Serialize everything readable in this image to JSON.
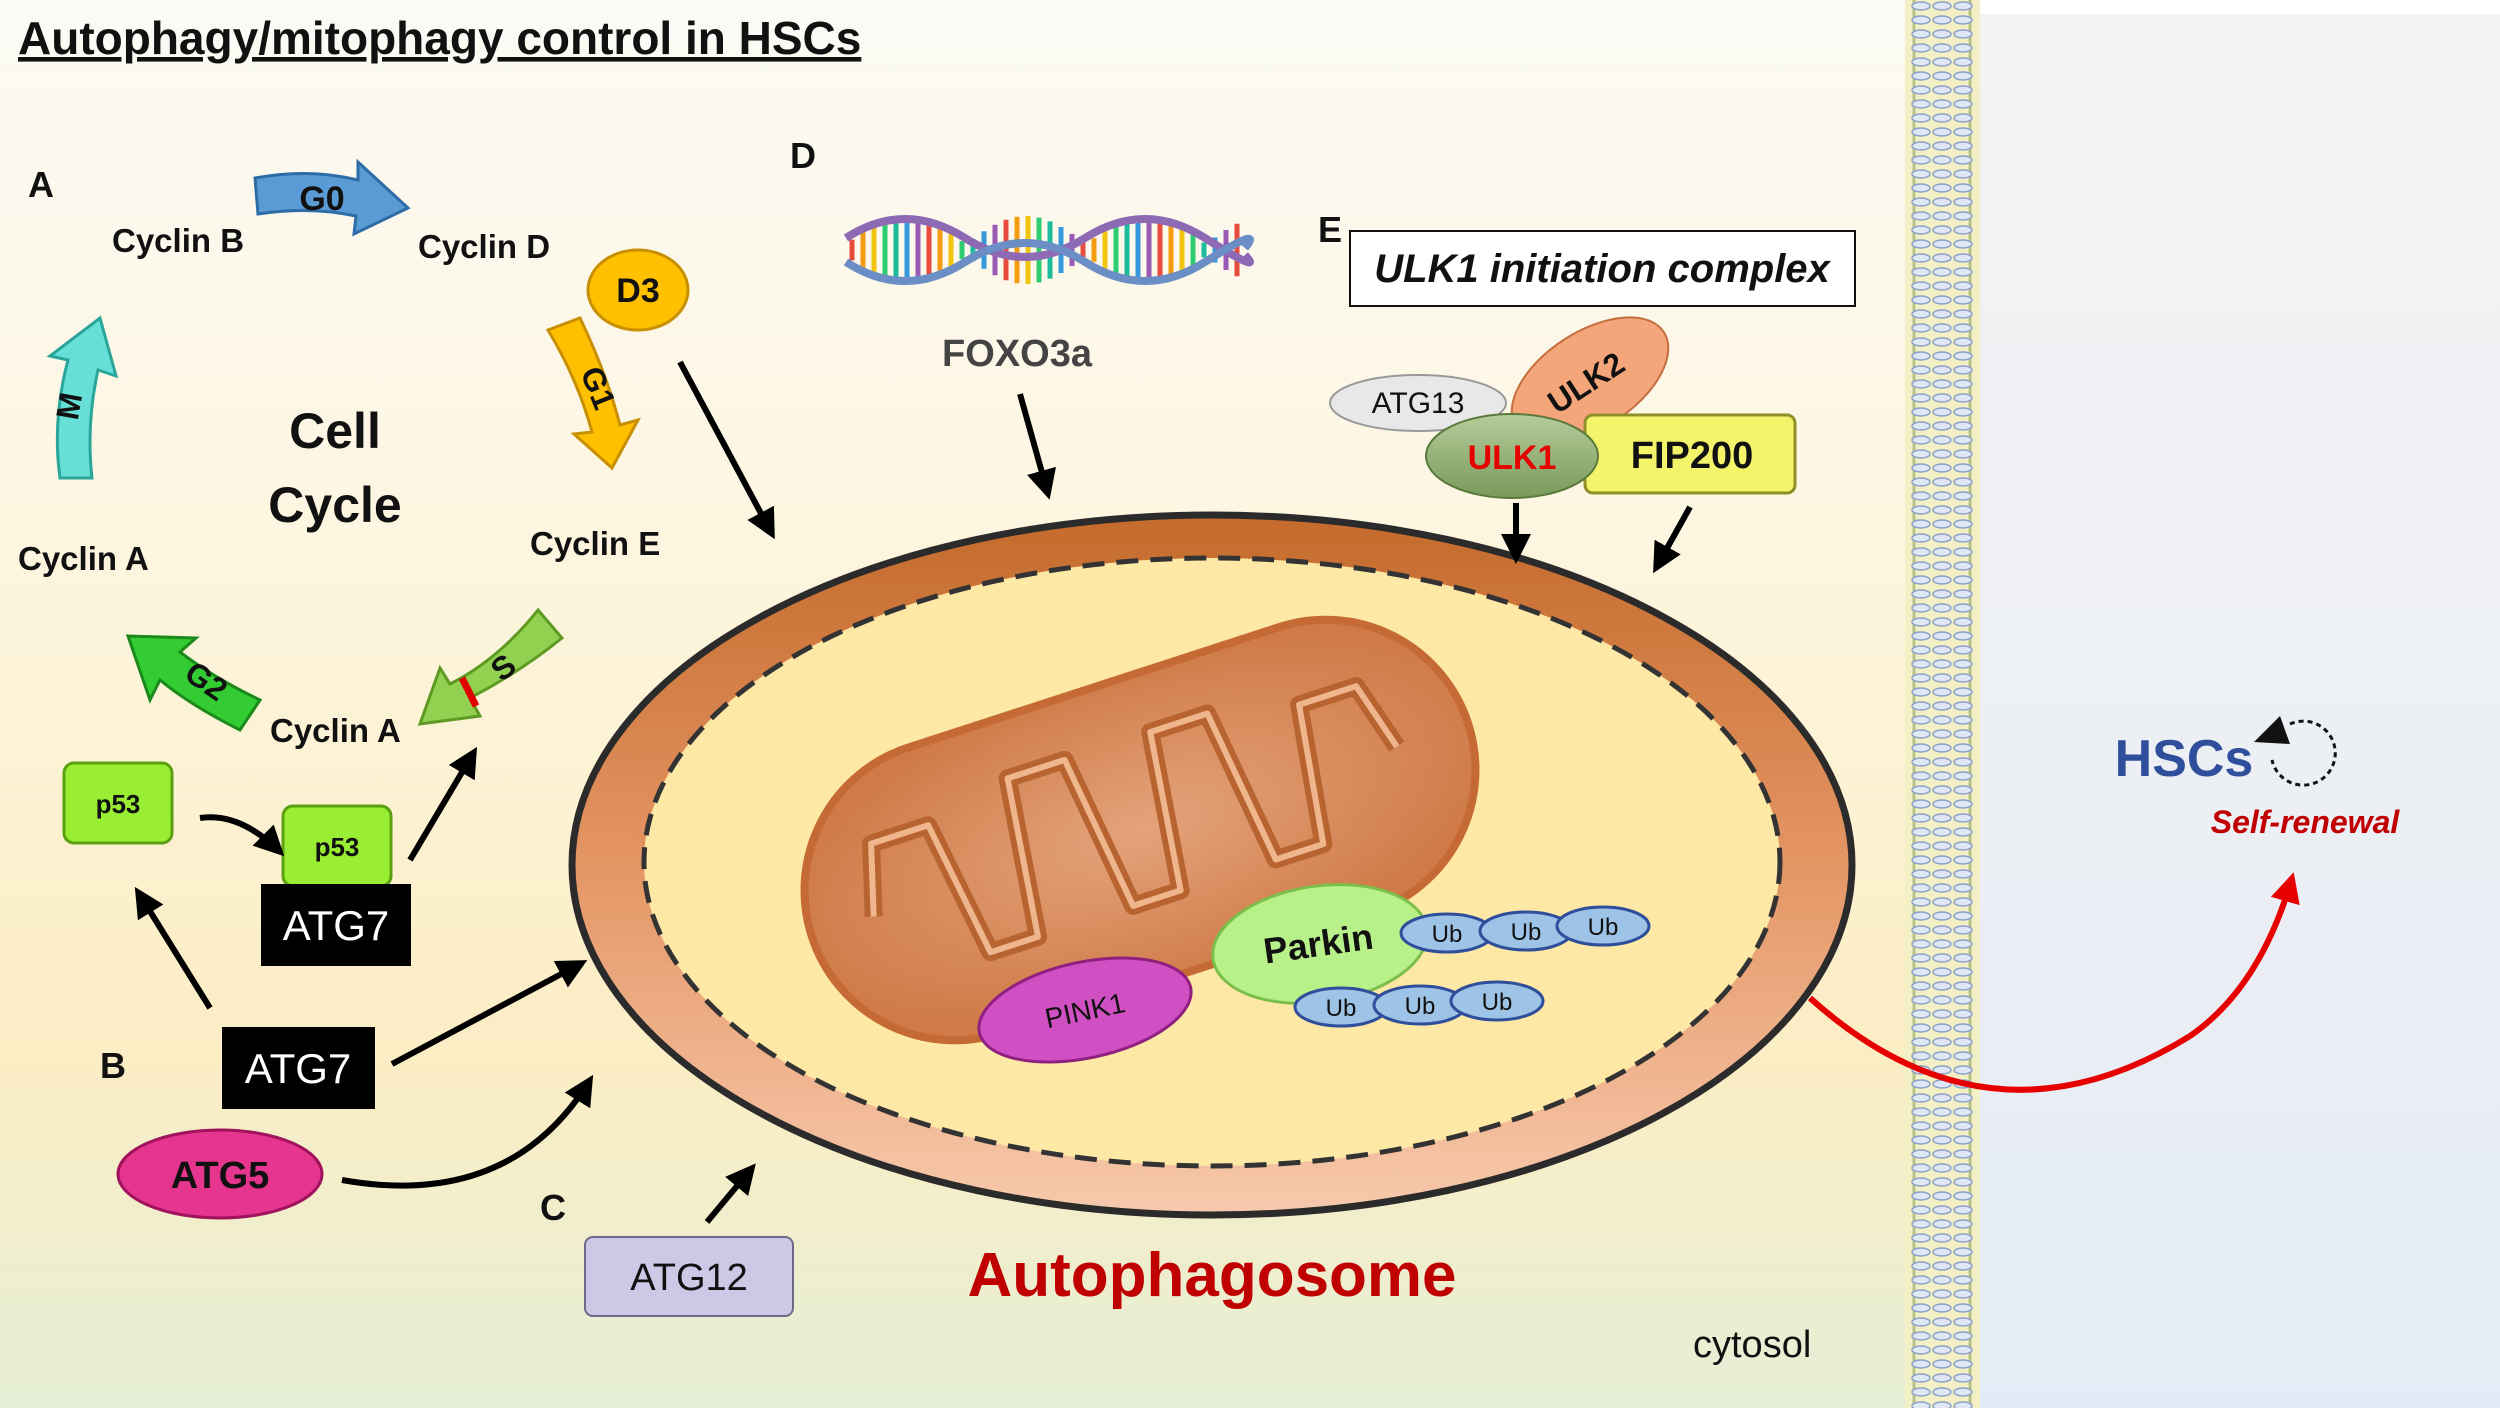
{
  "title": "Autophagy/mitophagy control in HSCs",
  "panels": {
    "a": "A",
    "b": "B",
    "c": "C",
    "d": "D",
    "e": "E"
  },
  "cell_cycle": {
    "center_line1": "Cell",
    "center_line2": "Cycle",
    "phases": {
      "g0": "G0",
      "g1": "G1",
      "s": "S",
      "g2": "G2",
      "m": "M"
    },
    "cyclins": {
      "b": "Cyclin B",
      "d": "Cyclin D",
      "e": "Cyclin E",
      "a_right": "Cyclin A",
      "a_left": "Cyclin A"
    },
    "d3": "D3"
  },
  "panel_b": {
    "p53_free": "p53",
    "p53_bound": "p53",
    "atg7_upper": "ATG7",
    "atg7_lower": "ATG7",
    "atg5": "ATG5"
  },
  "panel_c": {
    "atg12": "ATG12"
  },
  "panel_d": {
    "foxo3a": "FOXO3a"
  },
  "panel_e": {
    "complex_title": "ULK1 initiation complex",
    "atg13": "ATG13",
    "ulk2": "ULK2",
    "ulk1": "ULK1",
    "fip200": "FIP200"
  },
  "mitophagy": {
    "pink1": "PINK1",
    "parkin": "Parkin",
    "ub_label": "Ub"
  },
  "autophagosome_label": "Autophagosome",
  "cytosol_label": "cytosol",
  "hsc": {
    "label": "HSCs",
    "self_renewal": "Self-renewal"
  },
  "colors": {
    "autophagosome_outer": "#d9844a",
    "autophagosome_inner": "#fde8a6",
    "mitochondrion": "#d27d4c",
    "label_red": "#c00000",
    "hsc_blue": "#2f4e9b",
    "g0_blue": "#5b9bd5",
    "g1_orange": "#ffc000",
    "s_green": "#92d050",
    "g2_green": "#33cc33",
    "m_teal": "#66e0d6",
    "p53_green": "#99ee33",
    "atg5_pink": "#e6358f",
    "pink1_magenta": "#d04fc2",
    "parkin_green": "#b8f08a",
    "ub_blue": "#9dc3e6",
    "ulk1_green": "#8fae70",
    "fip200_yellow": "#f4f46a",
    "ulk2_salmon": "#f4a57a",
    "atg12_lavender": "#cdc8e6",
    "red_arrow": "#e60000"
  }
}
